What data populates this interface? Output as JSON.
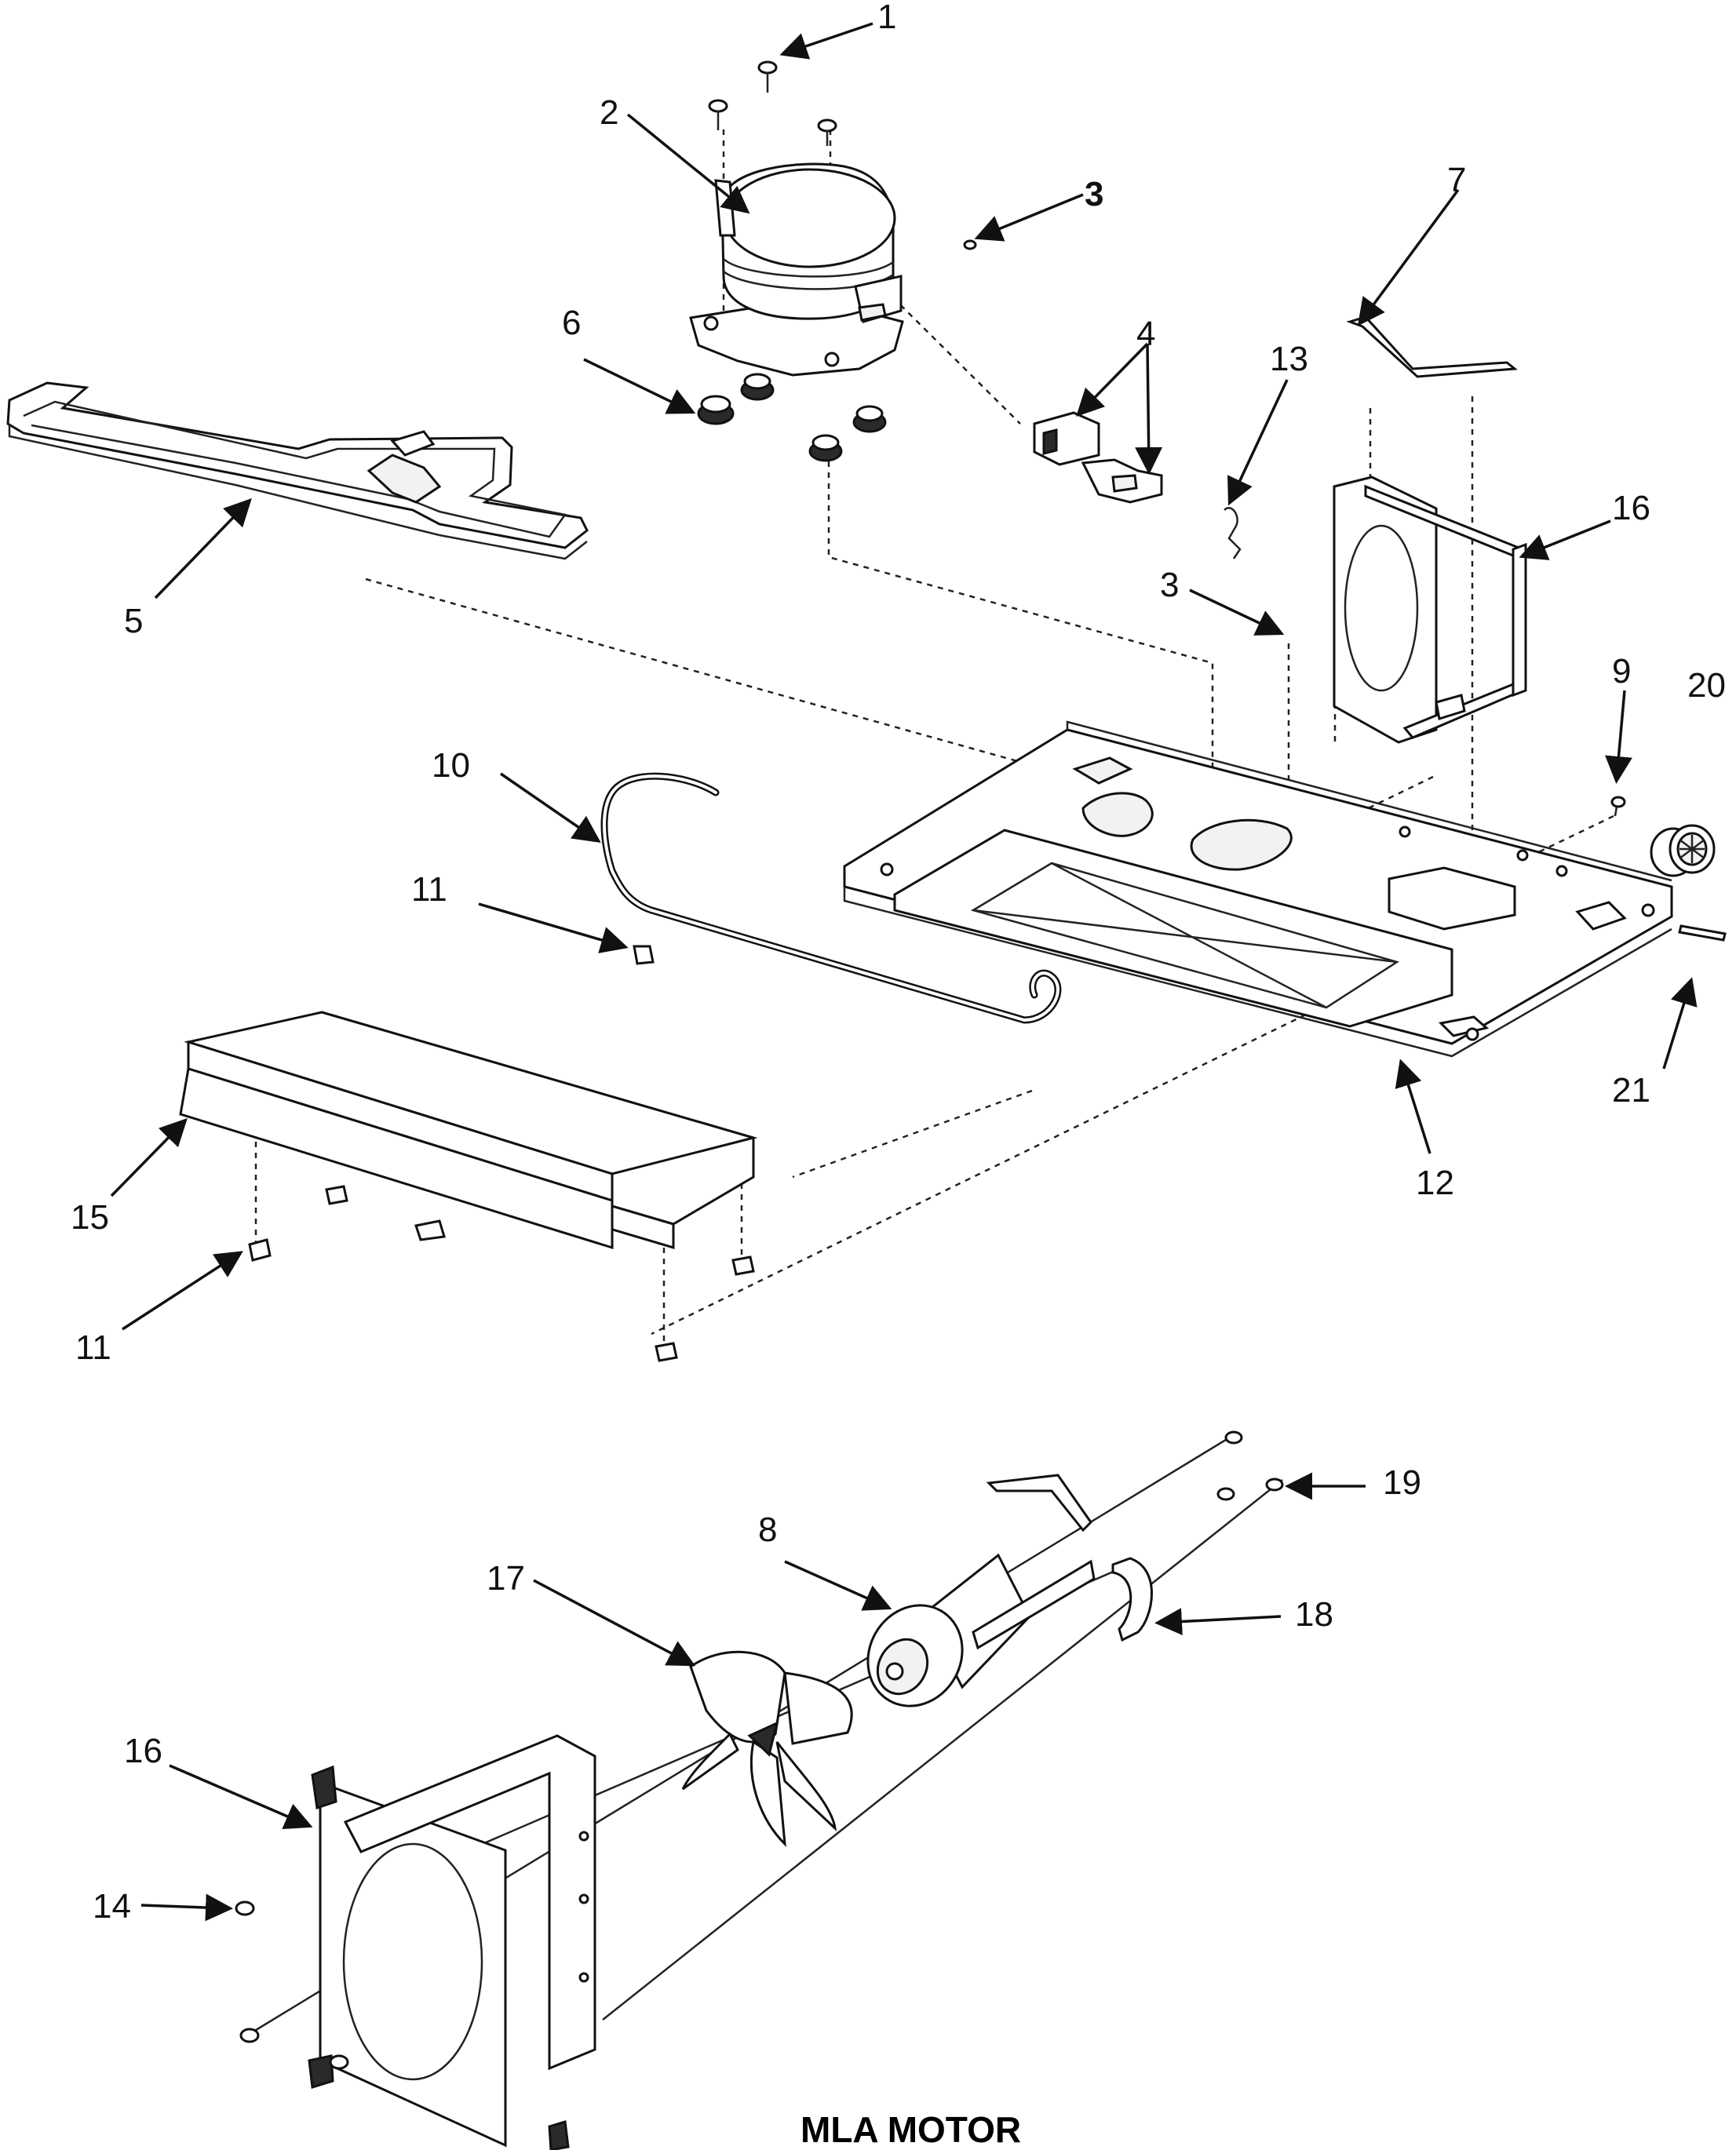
{
  "caption": "MLA MOTOR",
  "callouts": {
    "c1": "1",
    "c2": "2",
    "c3a": "3",
    "c3b": "3",
    "c4": "4",
    "c5": "5",
    "c6": "6",
    "c7": "7",
    "c8": "8",
    "c9": "9",
    "c10": "10",
    "c11a": "11",
    "c11b": "11",
    "c12": "12",
    "c13": "13",
    "c14": "14",
    "c15": "15",
    "c16a": "16",
    "c16b": "16",
    "c17": "17",
    "c18": "18",
    "c19": "19",
    "c20": "20",
    "c21": "21"
  },
  "colors": {
    "line": "#111111",
    "background": "#ffffff"
  }
}
